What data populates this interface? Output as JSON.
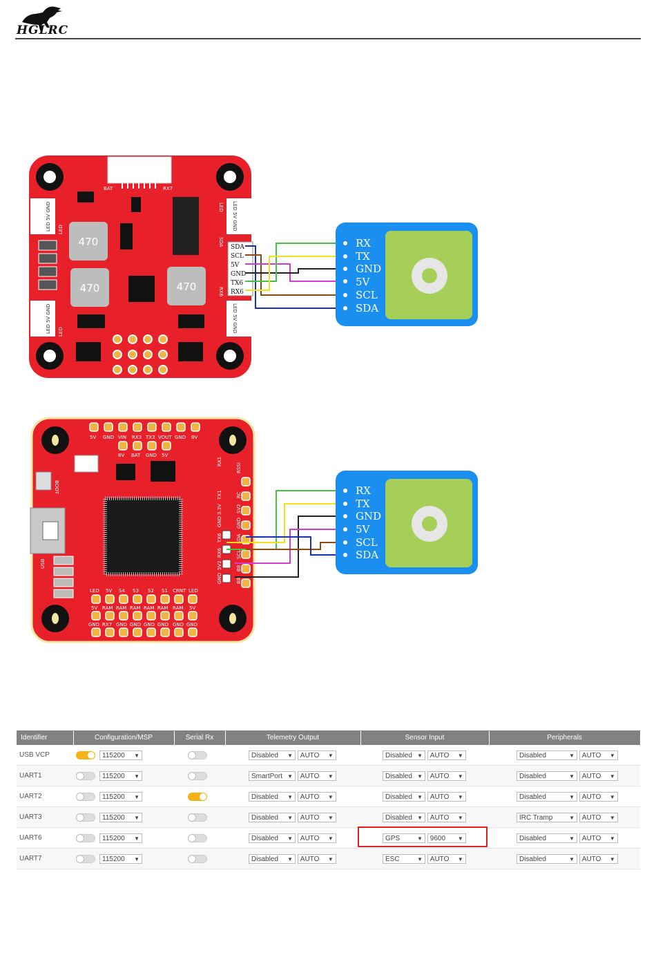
{
  "header": {
    "brand": "HGLRC"
  },
  "gps_pins": [
    "RX",
    "TX",
    "GND",
    "5V",
    "SCL",
    "SDA"
  ],
  "fc1": {
    "pad_labels": [
      "SDA",
      "SCL",
      "5V",
      "GND",
      "TX6",
      "RX6"
    ],
    "silk": {
      "bat": "BAT",
      "rx7": "RX7",
      "side_top_left": "LED 5V GND",
      "side_bottom_left": "LED 5V GND",
      "side_top_right": "LED 5V GND",
      "side_bottom_right": "LED 5V GND",
      "led_right": "LED",
      "sda_right": "SDA",
      "rx6_right": "RX6",
      "led_left": "LED",
      "led_left2": "LED"
    },
    "inductor": "470"
  },
  "fc2": {
    "top_row1": [
      "5V",
      "GND",
      "VIN",
      "RX3",
      "TX3",
      "VOUT",
      "GND",
      "8V"
    ],
    "top_row2": [
      "8V",
      "BAT",
      "GND",
      "5V"
    ],
    "boot": "BOOT",
    "usb": "USB",
    "right_col_labels": [
      "RX1",
      "TX1",
      "3.3V",
      "GND",
      "TX6",
      "RX6",
      "5V2",
      "GND",
      "RSSI",
      "RC",
      "SV2",
      "GND",
      "SDA",
      "SCL",
      "B8",
      "B8"
    ],
    "bottom_row1": [
      "LED",
      "5V",
      "S4",
      "S3",
      "S2",
      "S1",
      "CRNT",
      "LED"
    ],
    "bottom_row2": [
      "5V",
      "RAM",
      "RAM",
      "RAM",
      "RAM",
      "RAM",
      "RAM",
      "5V"
    ],
    "bottom_row3": [
      "GND",
      "RX7",
      "GND",
      "GND",
      "GND",
      "GND",
      "GND",
      "GND"
    ]
  },
  "ports_table": {
    "headers": [
      "Identifier",
      "Configuration/MSP",
      "Serial Rx",
      "Telemetry Output",
      "Sensor Input",
      "Peripherals"
    ],
    "rows": [
      {
        "id": "USB VCP",
        "msp_on": true,
        "msp_baud": "115200",
        "rx_on": false,
        "tel": "Disabled",
        "tel_baud": "AUTO",
        "sensor": "Disabled",
        "sensor_baud": "AUTO",
        "periph": "Disabled",
        "periph_baud": "AUTO"
      },
      {
        "id": "UART1",
        "msp_on": false,
        "msp_baud": "115200",
        "rx_on": false,
        "tel": "SmartPort",
        "tel_baud": "AUTO",
        "sensor": "Disabled",
        "sensor_baud": "AUTO",
        "periph": "Disabled",
        "periph_baud": "AUTO"
      },
      {
        "id": "UART2",
        "msp_on": false,
        "msp_baud": "115200",
        "rx_on": true,
        "tel": "Disabled",
        "tel_baud": "AUTO",
        "sensor": "Disabled",
        "sensor_baud": "AUTO",
        "periph": "Disabled",
        "periph_baud": "AUTO"
      },
      {
        "id": "UART3",
        "msp_on": false,
        "msp_baud": "115200",
        "rx_on": false,
        "tel": "Disabled",
        "tel_baud": "AUTO",
        "sensor": "Disabled",
        "sensor_baud": "AUTO",
        "periph": "IRC Tramp",
        "periph_baud": "AUTO"
      },
      {
        "id": "UART6",
        "msp_on": false,
        "msp_baud": "115200",
        "rx_on": false,
        "tel": "Disabled",
        "tel_baud": "AUTO",
        "sensor": "GPS",
        "sensor_baud": "9600",
        "periph": "Disabled",
        "periph_baud": "AUTO"
      },
      {
        "id": "UART7",
        "msp_on": false,
        "msp_baud": "115200",
        "rx_on": false,
        "tel": "Disabled",
        "tel_baud": "AUTO",
        "sensor": "ESC",
        "sensor_baud": "AUTO",
        "periph": "Disabled",
        "periph_baud": "AUTO"
      }
    ]
  },
  "colors": {
    "pcb_red": "#e8202a",
    "gps_blue": "#1a8ff0",
    "gps_green": "#a6cf5a",
    "toggle_on": "#f6b117",
    "highlight": "#e02020"
  }
}
